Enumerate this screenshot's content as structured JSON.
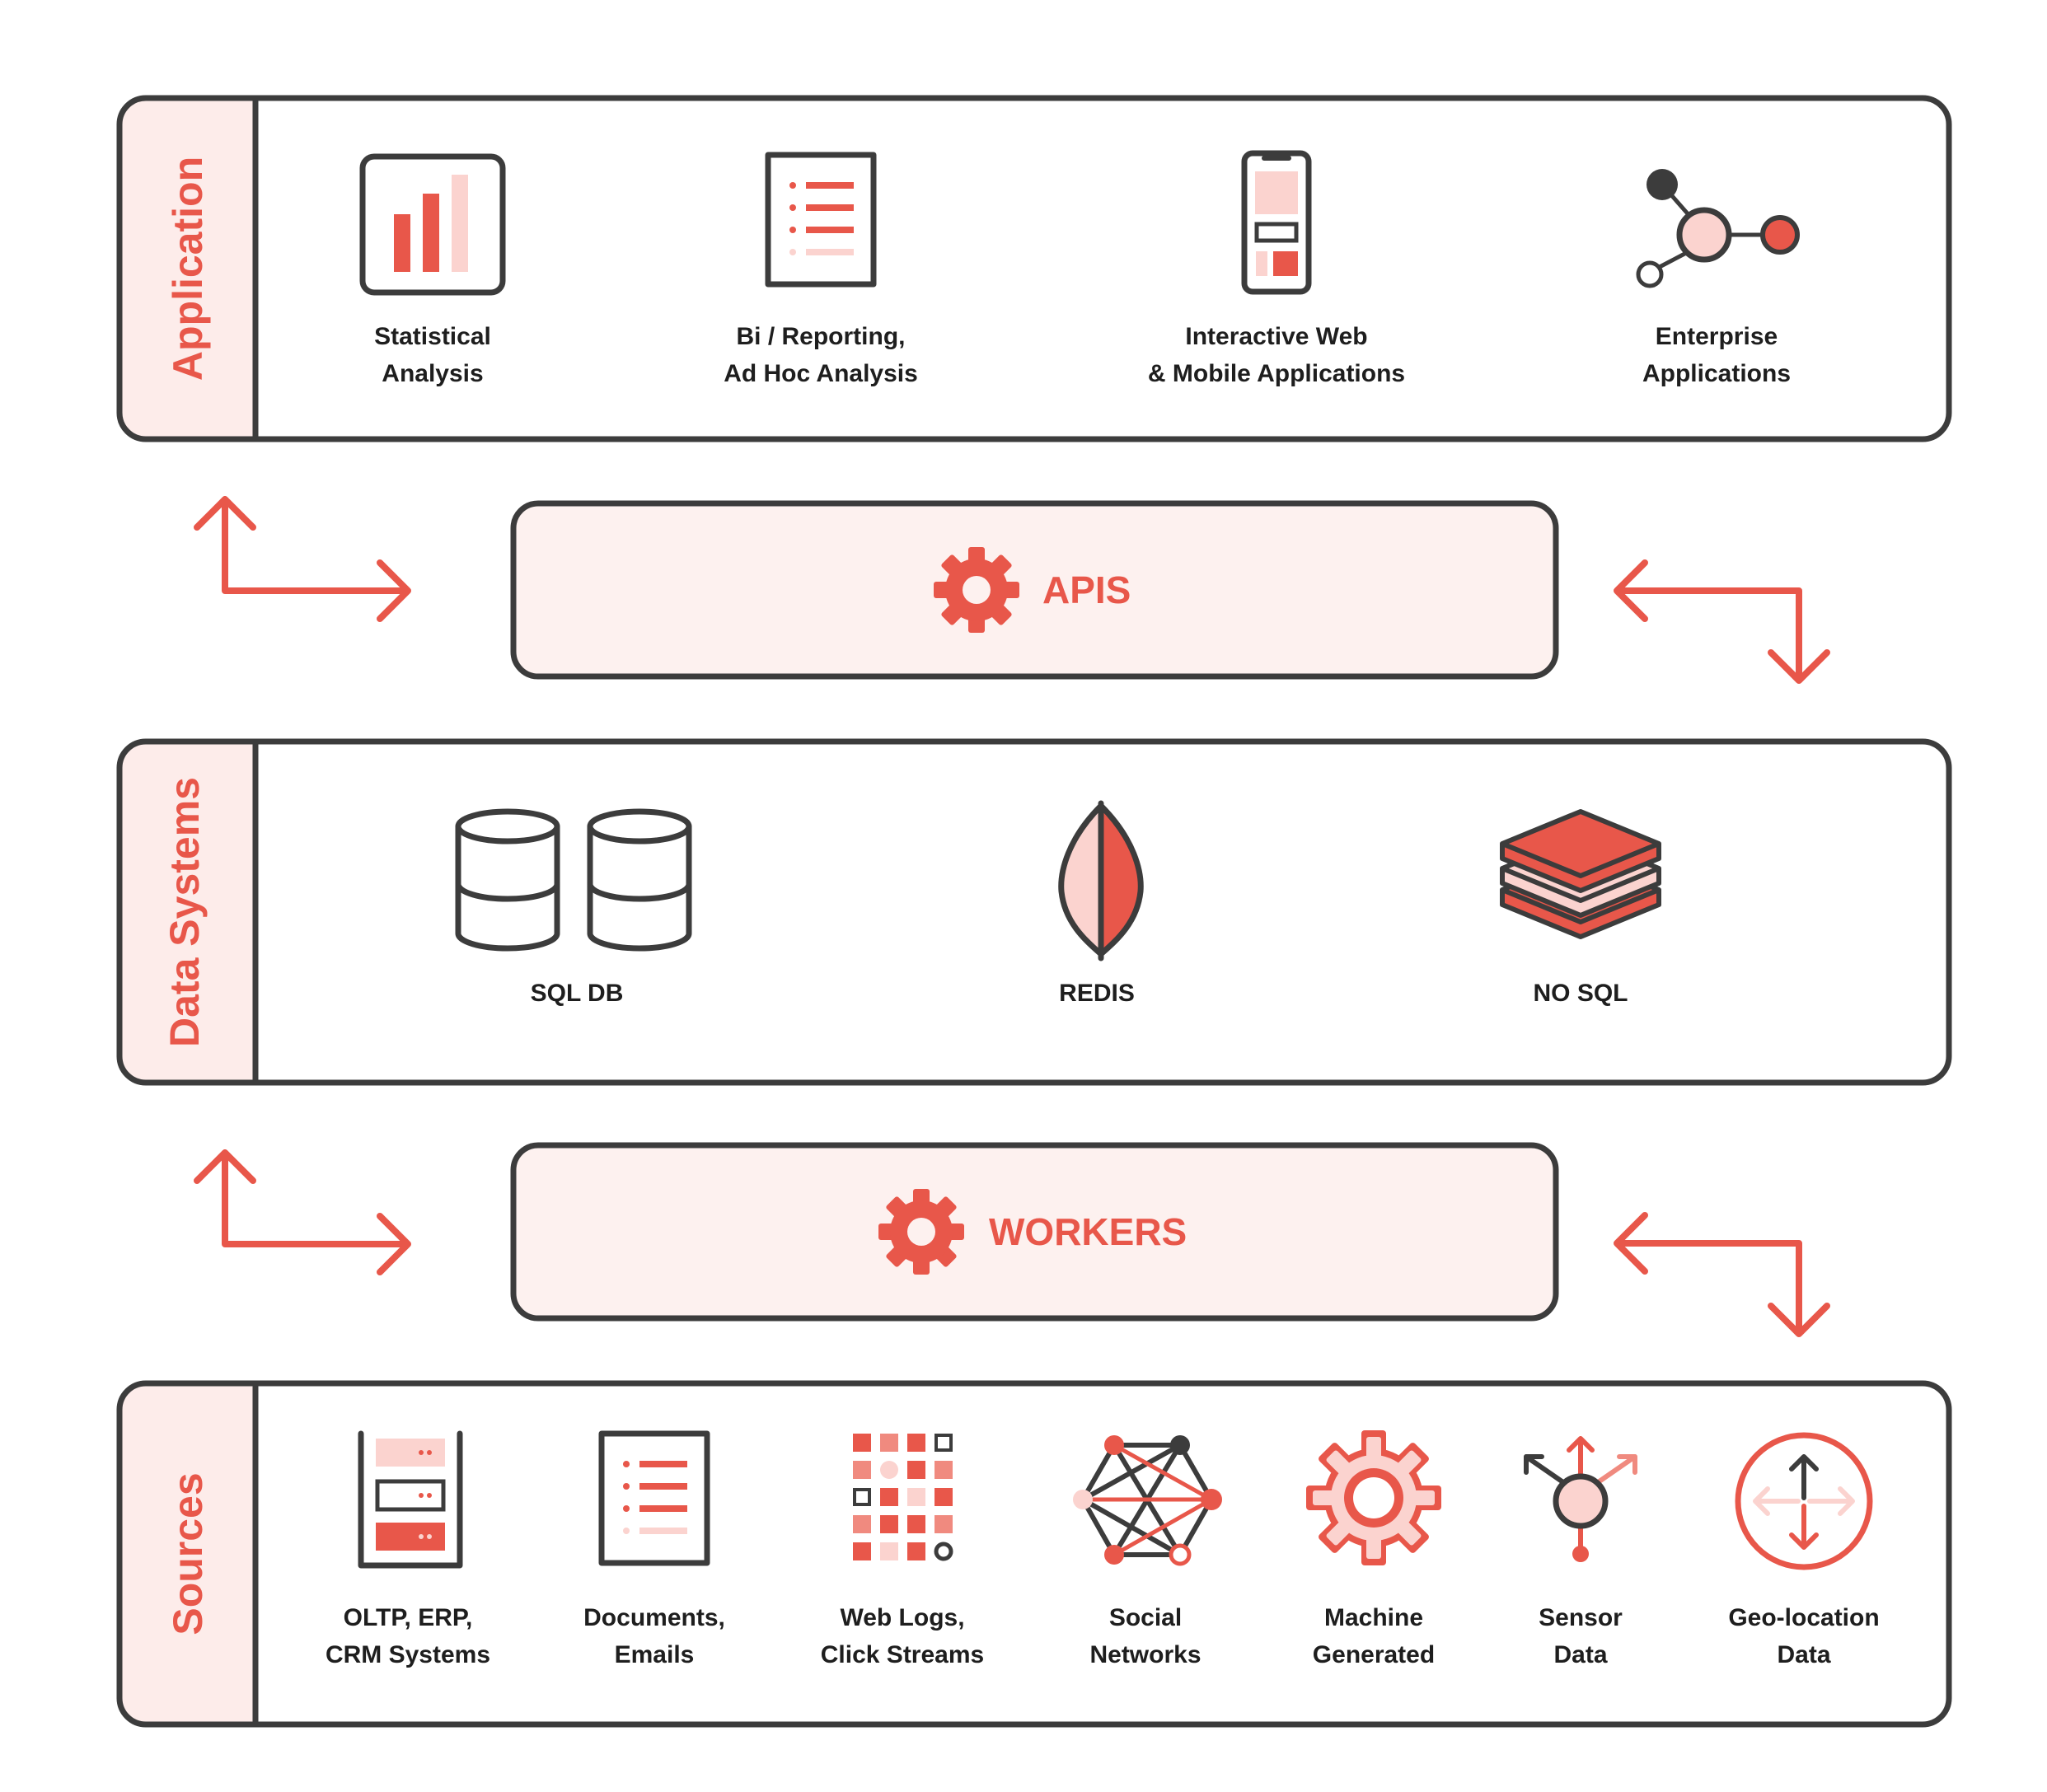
{
  "colors": {
    "accent": "#e8574a",
    "accent_light": "#fbd3cf",
    "panel_fill": "#fdecea",
    "outline": "#3c3c3c"
  },
  "application": {
    "label": "Application",
    "items": [
      {
        "icon": "bar-chart-icon",
        "line1": "Statistical",
        "line2": "Analysis"
      },
      {
        "icon": "report-document-icon",
        "line1": "Bi / Reporting,",
        "line2": "Ad Hoc Analysis"
      },
      {
        "icon": "mobile-phone-icon",
        "line1": "Interactive Web",
        "line2": "& Mobile Applications"
      },
      {
        "icon": "network-nodes-icon",
        "line1": "Enterprise",
        "line2": "Applications"
      }
    ]
  },
  "apis": {
    "label": "APIS",
    "icon": "gear-icon"
  },
  "data_systems": {
    "label": "Data Systems",
    "items": [
      {
        "icon": "database-icon",
        "line1": "SQL DB"
      },
      {
        "icon": "leaf-icon",
        "line1": "REDIS"
      },
      {
        "icon": "stacked-layers-icon",
        "line1": "NO SQL"
      }
    ]
  },
  "workers": {
    "label": "WORKERS",
    "icon": "gear-icon"
  },
  "sources": {
    "label": "Sources",
    "items": [
      {
        "icon": "server-rack-icon",
        "line1": "OLTP, ERP,",
        "line2": "CRM Systems"
      },
      {
        "icon": "document-icon",
        "line1": "Documents,",
        "line2": "Emails"
      },
      {
        "icon": "grid-blocks-icon",
        "line1": "Web Logs,",
        "line2": "Click Streams"
      },
      {
        "icon": "social-network-icon",
        "line1": "Social",
        "line2": "Networks"
      },
      {
        "icon": "cog-icon",
        "line1": "Machine",
        "line2": "Generated"
      },
      {
        "icon": "sensor-icon",
        "line1": "Sensor",
        "line2": "Data"
      },
      {
        "icon": "geo-location-icon",
        "line1": "Geo-location",
        "line2": "Data"
      }
    ]
  }
}
